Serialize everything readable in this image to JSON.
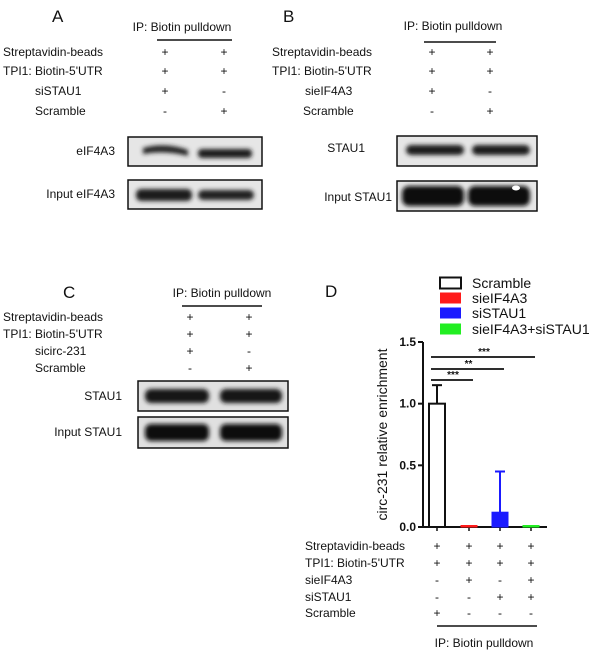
{
  "panels": {
    "A": {
      "letter": "A",
      "header": "IP: Biotin pulldown",
      "rows": [
        {
          "label": "Streptavidin-beads",
          "signs": [
            "+",
            "+"
          ]
        },
        {
          "label": "TPI1:  Biotin-5'UTR",
          "signs": [
            "+",
            "+"
          ]
        },
        {
          "label": "siSTAU1",
          "signs": [
            "+",
            "-"
          ]
        },
        {
          "label": "Scramble",
          "signs": [
            "-",
            "+"
          ]
        }
      ],
      "blots": [
        "eIF4A3",
        "Input eIF4A3"
      ]
    },
    "B": {
      "letter": "B",
      "header": "IP: Biotin pulldown",
      "rows": [
        {
          "label": "Streptavidin-beads",
          "signs": [
            "+",
            "+"
          ]
        },
        {
          "label": "TPI1:  Biotin-5'UTR",
          "signs": [
            "+",
            "+"
          ]
        },
        {
          "label": "sieIF4A3",
          "signs": [
            "+",
            "-"
          ]
        },
        {
          "label": "Scramble",
          "signs": [
            "-",
            "+"
          ]
        }
      ],
      "blots": [
        "STAU1",
        "Input STAU1"
      ]
    },
    "C": {
      "letter": "C",
      "header": "IP: Biotin pulldown",
      "rows": [
        {
          "label": "Streptavidin-beads",
          "signs": [
            "+",
            "+"
          ]
        },
        {
          "label": "TPI1:  Biotin-5'UTR",
          "signs": [
            "+",
            "+"
          ]
        },
        {
          "label": "sicirc-231",
          "signs": [
            "+",
            "-"
          ]
        },
        {
          "label": "Scramble",
          "signs": [
            "-",
            "+"
          ]
        }
      ],
      "blots": [
        "STAU1",
        "Input STAU1"
      ]
    },
    "D": {
      "letter": "D",
      "footer": "IP: Biotin pulldown",
      "rows": [
        {
          "label": "Streptavidin-beads",
          "signs": [
            "+",
            "+",
            "+",
            "+"
          ]
        },
        {
          "label": "TPI1:  Biotin-5'UTR",
          "signs": [
            "+",
            "+",
            "+",
            "+"
          ]
        },
        {
          "label": "sieIF4A3",
          "signs": [
            "-",
            "+",
            "-",
            "+"
          ]
        },
        {
          "label": "siSTAU1",
          "signs": [
            "-",
            "-",
            "+",
            "+"
          ]
        },
        {
          "label": "Scramble",
          "signs": [
            "+",
            "-",
            "-",
            "-"
          ]
        }
      ]
    }
  },
  "chart_data": {
    "type": "bar",
    "categories": [
      "Scramble",
      "sieIF4A3",
      "siSTAU1",
      "sieIF4A3+siSTAU1"
    ],
    "values": [
      1.0,
      0.01,
      0.12,
      0.005
    ],
    "error_upper": [
      0.15,
      0.0,
      0.33,
      0.0
    ],
    "colors": [
      "#ffffff",
      "#ff1a1a",
      "#1a1aff",
      "#22ee22"
    ],
    "ylabel": "circ-231 relative enrichment",
    "xlabel": "",
    "ylim": [
      0,
      1.5
    ],
    "yticks": [
      "0.0",
      "0.5",
      "1.0",
      "1.5"
    ],
    "ytick_values": [
      0,
      0.5,
      1.0,
      1.5
    ],
    "legend": [
      "Scramble",
      "sieIF4A3",
      "siSTAU1",
      "sieIF4A3+siSTAU1"
    ],
    "legend_position": "top",
    "significance": [
      {
        "from": 0,
        "to": 1,
        "label": "***"
      },
      {
        "from": 0,
        "to": 2,
        "label": "**"
      },
      {
        "from": 0,
        "to": 3,
        "label": "***"
      }
    ]
  }
}
